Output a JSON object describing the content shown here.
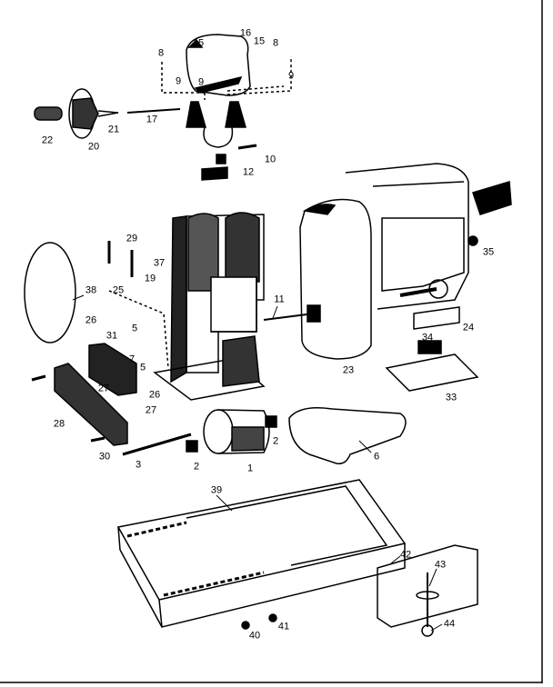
{
  "diagram": {
    "type": "exploded-parts-diagram",
    "callouts": [
      "16",
      "15",
      "15",
      "8",
      "8",
      "9",
      "9",
      "9",
      "22",
      "20",
      "21",
      "17",
      "10",
      "12",
      "36",
      "35",
      "29",
      "37",
      "19",
      "25",
      "38",
      "11",
      "26",
      "5",
      "31",
      "7",
      "5",
      "34",
      "24",
      "23",
      "27",
      "26",
      "33",
      "28",
      "27",
      "30",
      "3",
      "2",
      "1",
      "2",
      "6",
      "39",
      "42",
      "43",
      "44",
      "40",
      "41"
    ]
  }
}
